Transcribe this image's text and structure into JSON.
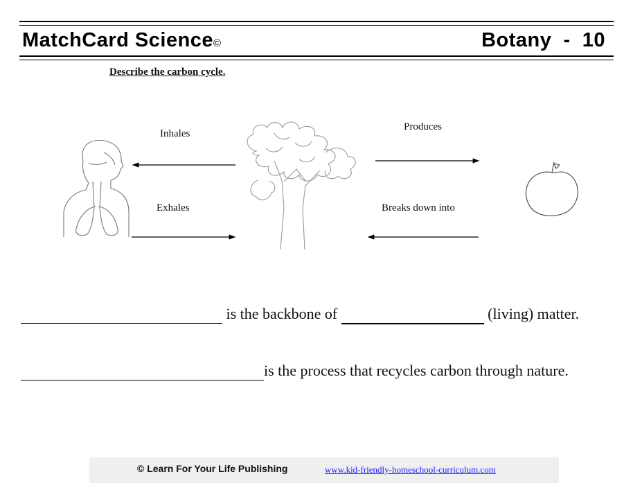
{
  "header": {
    "title": "MatchCard Science",
    "copyright_symbol": "©",
    "subject": "Botany  -  10"
  },
  "instruction": "Describe the carbon cycle.",
  "diagram": {
    "labels": {
      "inhales": "Inhales",
      "exhales": "Exhales",
      "produces": "Produces",
      "breaks_down": "Breaks down into"
    },
    "icons": [
      "human-respiratory-icon",
      "tree-icon",
      "apple-icon"
    ]
  },
  "sentences": {
    "s1_mid": "is the backbone of",
    "s1_end": "(living) matter.",
    "s2_end": "is the process that recycles carbon through nature."
  },
  "footer": {
    "publisher": "© Learn For Your Life Publishing",
    "url": "www.kid-friendly-homeschool-curriculum.com",
    "background": "#efefef"
  }
}
